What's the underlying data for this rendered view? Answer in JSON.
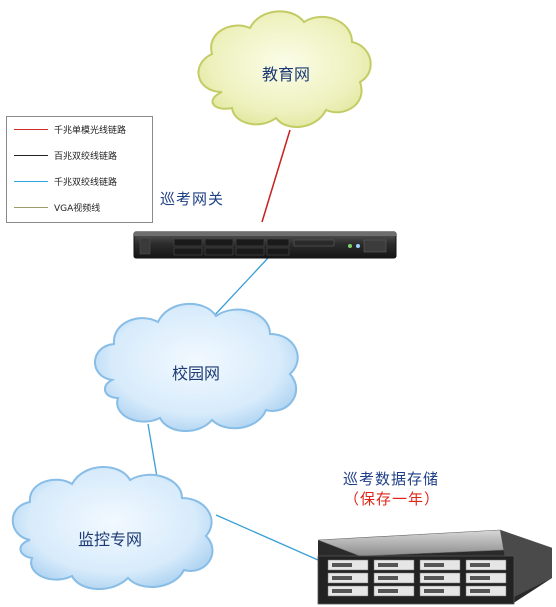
{
  "clouds": {
    "education_net": "教育网",
    "campus_net": "校园网",
    "monitor_net": "监控专网"
  },
  "gateway": {
    "label": "巡考网关"
  },
  "storage": {
    "title": "巡考数据存储",
    "subtitle": "（保存一年）"
  },
  "legend": [
    {
      "label": "千兆单模光线链路",
      "color": "#d42a2a"
    },
    {
      "label": "百兆双绞线链路",
      "color": "#222222"
    },
    {
      "label": "千兆双绞线链路",
      "color": "#2aa6d8"
    },
    {
      "label": "VGA视频线",
      "color": "#9a9a6a"
    }
  ],
  "colors": {
    "edu_cloud_fill": "#f2f4c8",
    "edu_cloud_stroke": "#b9c45a",
    "campus_cloud_fill": "#d9ecfb",
    "campus_cloud_stroke": "#7fb6e2",
    "fiber": "#c8201f",
    "twisted_pair": "#3aa0d6"
  }
}
